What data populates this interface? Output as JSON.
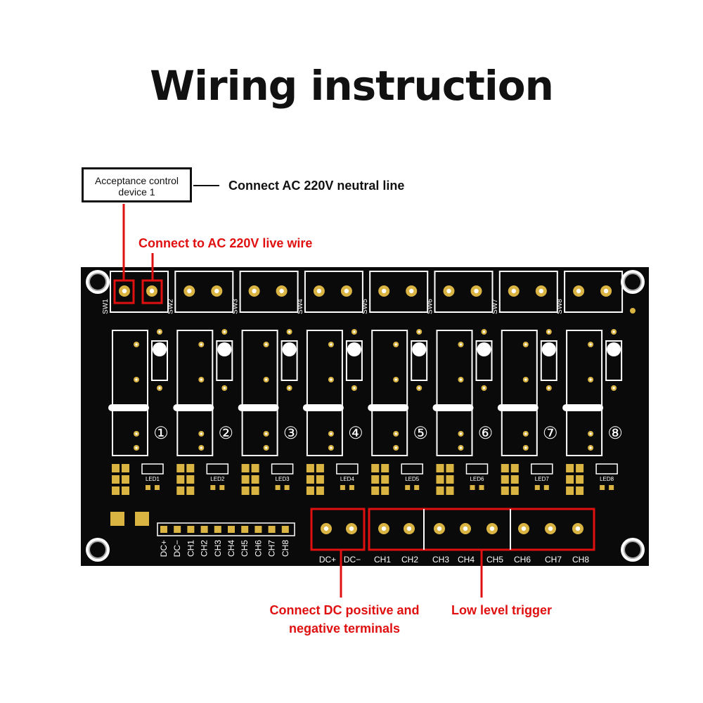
{
  "title": "Wiring instruction",
  "device_box": {
    "line1": "Acceptance control",
    "line2": "device 1"
  },
  "callouts": {
    "neutral": "Connect AC 220V neutral line",
    "live": "Connect to AC 220V live wire",
    "dc_line1": "Connect DC positive and",
    "dc_line2": "negative terminals",
    "trigger": "Low level trigger"
  },
  "board": {
    "switch_labels": [
      "SW1",
      "SW2",
      "SW3",
      "SW4",
      "SW5",
      "SW6",
      "SW7",
      "SW8"
    ],
    "relay_numbers": [
      "①",
      "②",
      "③",
      "④",
      "⑤",
      "⑥",
      "⑦",
      "⑧"
    ],
    "led_labels": [
      "LED1",
      "LED2",
      "LED3",
      "LED4",
      "LED5",
      "LED6",
      "LED7",
      "LED8"
    ],
    "header_pins": [
      "DC+",
      "DC−",
      "CH1",
      "CH2",
      "CH3",
      "CH4",
      "CH5",
      "CH6",
      "CH7",
      "CH8"
    ],
    "dc_terminals": [
      "DC+",
      "DC−"
    ],
    "channel_terminals": [
      "CH1",
      "CH2",
      "CH3",
      "CH4",
      "CH5",
      "CH6",
      "CH7",
      "CH8"
    ]
  },
  "colors": {
    "board": "#0a0a0a",
    "pad": "#d9b443",
    "highlight": "#e01010",
    "silk": "#ffffff"
  }
}
